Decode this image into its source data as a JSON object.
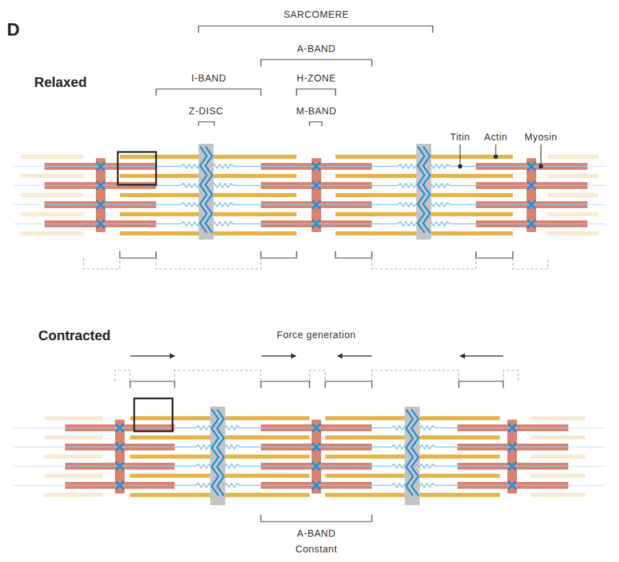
{
  "diagram": {
    "labels": [
      "D",
      "SARCOMERE",
      "A-BAND",
      "I-BAND",
      "H-ZONE",
      "Z-DISC",
      "M-BAND",
      "Relaxed",
      "Titin",
      "Actin",
      "Myosin",
      "Contracted",
      "Force generation",
      "A-BAND",
      "Constant"
    ]
  }
}
